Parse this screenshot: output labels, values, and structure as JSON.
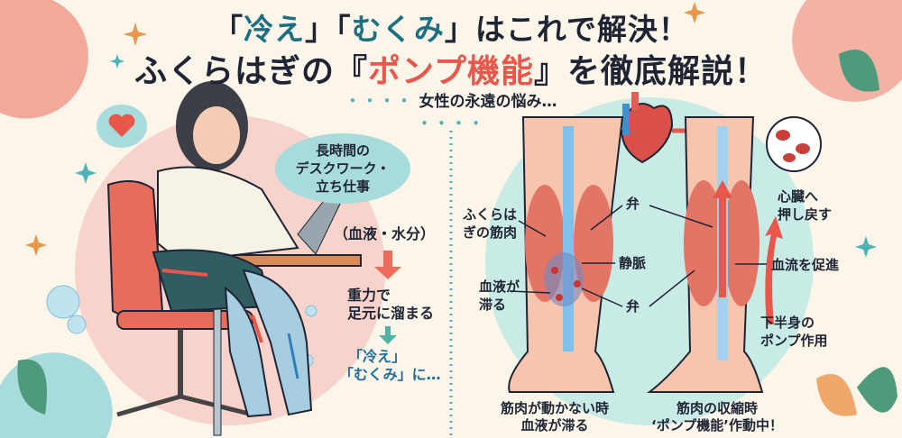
{
  "title": {
    "line1_pre": "「",
    "line1_a": "冷え",
    "line1_mid": "」「",
    "line1_b": "むくみ",
    "line1_post": "」はこれで解決！",
    "line2_pre": "ふくらはぎの『",
    "line2_highlight": "ポンプ機能",
    "line2_post": "』を徹底解説！"
  },
  "subtitle": {
    "dots_left": "・・・・",
    "text": "女性の永遠の悩み…",
    "dots_right": "・・・・"
  },
  "left_panel": {
    "bubble": [
      "長時間の",
      "デスクワーク・",
      "立ち仕事"
    ],
    "cause": "（血液・水分）",
    "effect": [
      "重力で",
      "足元に溜まる"
    ],
    "result": [
      "「冷え」",
      "「むくみ」に…"
    ]
  },
  "right_panel": {
    "calf_muscle": [
      "ふくらは",
      "ぎの筋肉"
    ],
    "valve_top": "弁",
    "vein": "静脈",
    "blood_stagnates": [
      "血液が",
      "滞る"
    ],
    "valve_bottom": "弁",
    "return_to_heart": [
      "心臓へ",
      "押し戻す"
    ],
    "promote_flow": "血流を促進",
    "lower_body_pump": [
      "下半身の",
      "ポンプ作用"
    ],
    "caption_left": [
      "筋肉が動かない時",
      "血液が滞る"
    ],
    "caption_right": [
      "筋肉の収縮時",
      "‘ポンプ機能’作動中！"
    ]
  },
  "colors": {
    "background": "#fbf5ea",
    "teal": "#1c6f80",
    "accent_red": "#e8574a",
    "circle_teal": "#c9ebe6",
    "circle_pink": "#f7d3cc"
  }
}
